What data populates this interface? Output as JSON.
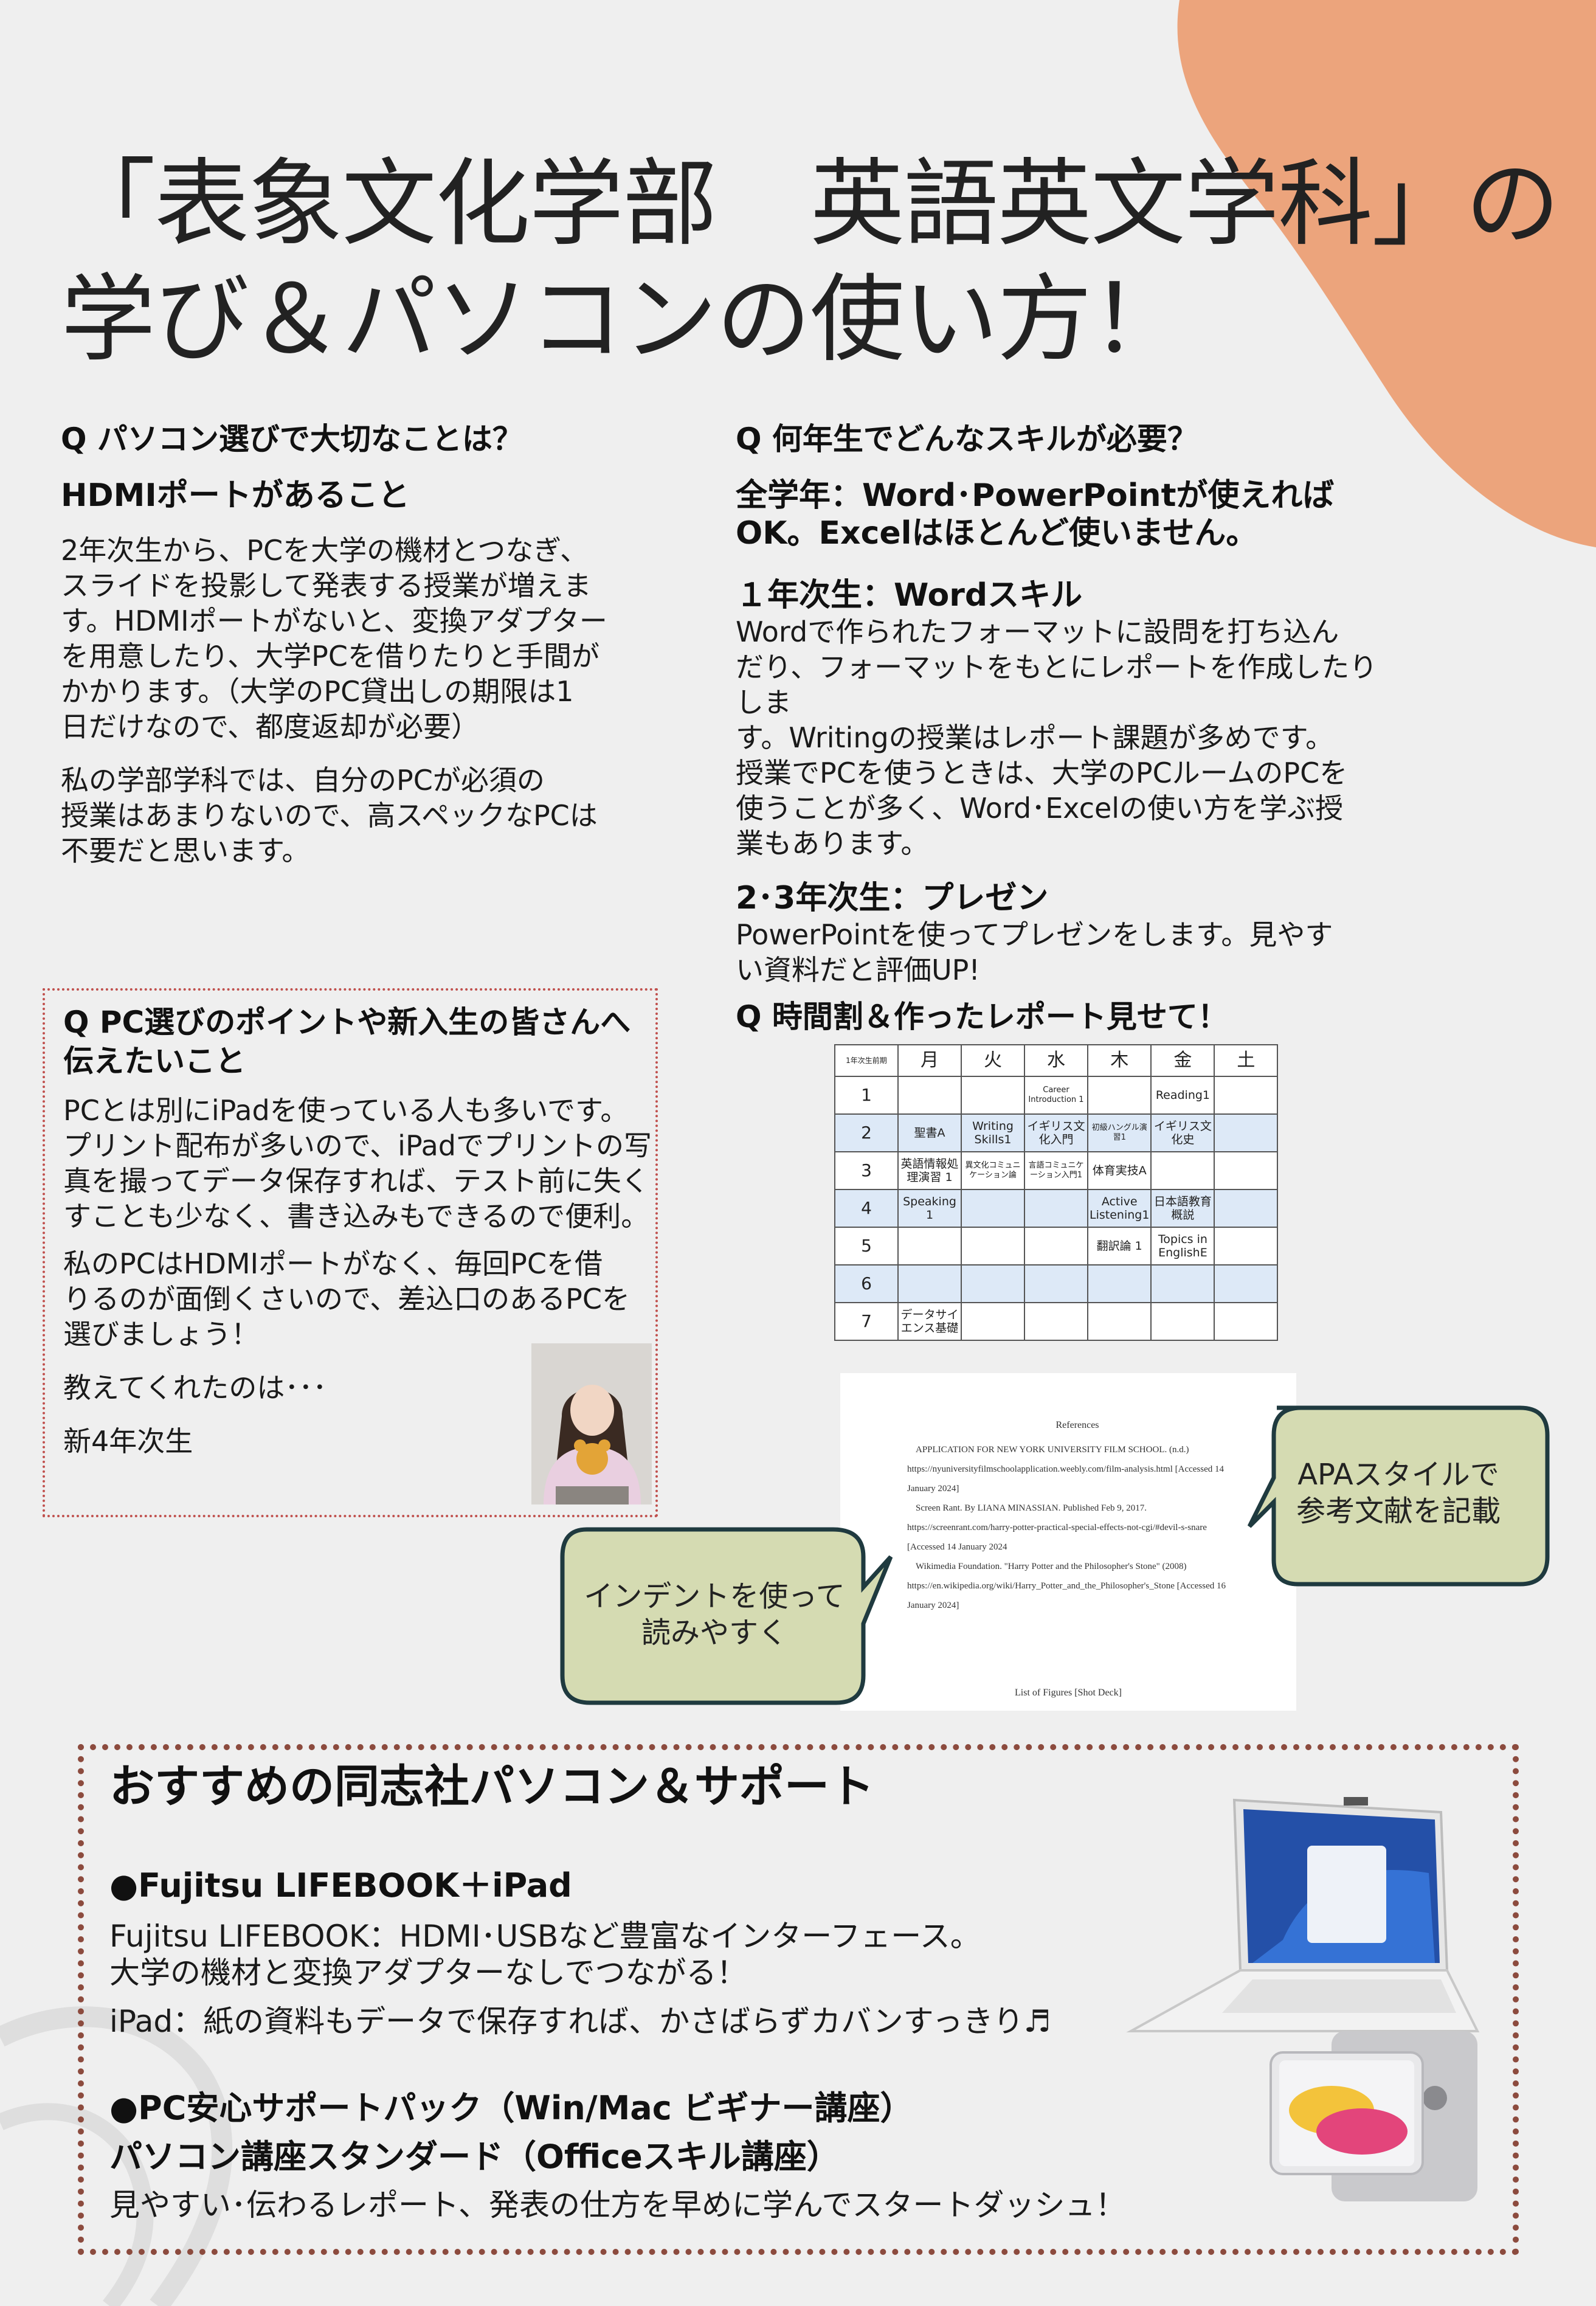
{
  "colors": {
    "accent_blob": "#eca47c",
    "box_border_red": "#c0504d",
    "box_border_brown": "#8c4b3e",
    "bubble_fill": "#d5dbb2",
    "bubble_stroke": "#1f3a3f",
    "timetable_highlight": "#dde9f7"
  },
  "title": {
    "line1": "「表象文化学部　英語英文学科」の",
    "line2": "学び＆パソコンの使い方！"
  },
  "q1": {
    "question": "Q パソコン選びで大切なことは？",
    "answer_heading": "HDMIポートがあること",
    "p1": [
      "2年次生から、PCを大学の機材とつなぎ、",
      "スライドを投影して発表する授業が増えま",
      "す。HDMIポートがないと、変換アダプター",
      "を用意したり、大学PCを借りたりと手間が",
      "かかります。（大学のPC貸出しの期限は1",
      "日だけなので、都度返却が必要）"
    ],
    "p2": [
      "私の学部学科では、自分のPCが必須の",
      "授業はあまりないので、高スペックなPCは",
      "不要だと思います。"
    ]
  },
  "q2": {
    "question": "Q 何年生でどんなスキルが必要？",
    "summary": [
      "全学年：Word･PowerPointが使えれば",
      "OK。Excelはほとんど使いません。"
    ],
    "year1_heading": "１年次生：Wordスキル",
    "year1_text": [
      "Wordで作られたフォーマットに設問を打ち込ん",
      "だり、フォーマットをもとにレポートを作成したりしま",
      "す。Writingの授業はレポート課題が多めです。",
      "授業でPCを使うときは、大学のPCルームのPCを",
      "使うことが多く、Word･Excelの使い方を学ぶ授",
      "業もあります。"
    ],
    "year23_heading": "2･3年次生：プレゼン",
    "year23_text": [
      "PowerPointを使ってプレゼンをします。見やす",
      "い資料だと評価UP!"
    ]
  },
  "q3": {
    "question": [
      "Q PC選びのポイントや新入生の皆さんへ",
      "伝えたいこと"
    ],
    "p1": [
      "PCとは別にiPadを使っている人も多いです。",
      "プリント配布が多いので、iPadでプリントの写",
      "真を撮ってデータ保存すれば、テスト前に失く",
      "すことも少なく、書き込みもできるので便利。"
    ],
    "p2": [
      "私のPCはHDMIポートがなく、毎回PCを借",
      "りるのが面倒くさいので、差込口のあるPCを",
      "選びましょう！"
    ],
    "credit": "教えてくれたのは･･･",
    "student": "新4年次生"
  },
  "q4": {
    "question": "Q 時間割＆作ったレポート見せて！",
    "timetable": {
      "corner": "1年次生前期",
      "days": [
        "月",
        "火",
        "水",
        "木",
        "金",
        "土"
      ],
      "rows": [
        {
          "period": "1",
          "cells": [
            "",
            "",
            "Career Introduction 1",
            "",
            "Reading1",
            ""
          ]
        },
        {
          "period": "2",
          "cells": [
            "聖書A",
            "Writing Skills1",
            "イギリス文化入門",
            "初級ハングル演習1",
            "イギリス文化史",
            ""
          ]
        },
        {
          "period": "3",
          "cells": [
            "英語情報処理演習 1",
            "異文化コミュニケーション論",
            "言語コミュニケーション入門1",
            "体育実技A",
            "",
            ""
          ]
        },
        {
          "period": "4",
          "cells": [
            "Speaking 1",
            "",
            "",
            "Active Listening1",
            "日本語教育概説",
            ""
          ]
        },
        {
          "period": "5",
          "cells": [
            "",
            "",
            "",
            "翻訳論 1",
            "Topics in EnglishE",
            ""
          ]
        },
        {
          "period": "6",
          "cells": [
            "",
            "",
            "",
            "",
            "",
            ""
          ]
        },
        {
          "period": "7",
          "cells": [
            "データサイエンス基礎",
            "",
            "",
            "",
            "",
            ""
          ]
        }
      ]
    },
    "report": {
      "heading": "References",
      "entries": [
        [
          "APPLICATION FOR NEW YORK UNIVERSITY FILM SCHOOL. (n.d.)",
          "https://nyuniversityfilmschoolapplication.weebly.com/film-analysis.html [Accessed 14",
          "January 2024]"
        ],
        [
          "Screen Rant. By LIANA MINASSIAN. Published Feb 9, 2017.",
          "https://screenrant.com/harry-potter-practical-special-effects-not-cgi/#devil-s-snare",
          "[Accessed 14 January 2024"
        ],
        [
          "Wikimedia Foundation. \"Harry Potter and the Philosopher's Stone\" (2008)",
          "https://en.wikipedia.org/wiki/Harry_Potter_and_the_Philosopher's_Stone [Accessed 16",
          "January 2024]"
        ]
      ],
      "footer": "List of Figures [Shot Deck]"
    },
    "bubble_apa": [
      "APAスタイルで",
      "参考文献を記載"
    ],
    "bubble_indent": [
      "インデントを使って",
      "読みやすく"
    ]
  },
  "recommend": {
    "title": "おすすめの同志社パソコン＆サポート",
    "product_heading": "●Fujitsu LIFEBOOK＋iPad",
    "product_line1": "Fujitsu LIFEBOOK：HDMI･USBなど豊富なインターフェース。",
    "product_line2": "大学の機材と変換アダプターなしでつながる！",
    "product_line3": "iPad：紙の資料もデータで保存すれば、かさばらずカバンすっきり♬",
    "support_heading1": "●PC安心サポートパック（Win/Mac ビギナー講座）",
    "support_heading2": "パソコン講座スタンダード（Officeスキル講座）",
    "support_text": "見やすい･伝わるレポート、発表の仕方を早めに学んでスタートダッシュ！"
  }
}
